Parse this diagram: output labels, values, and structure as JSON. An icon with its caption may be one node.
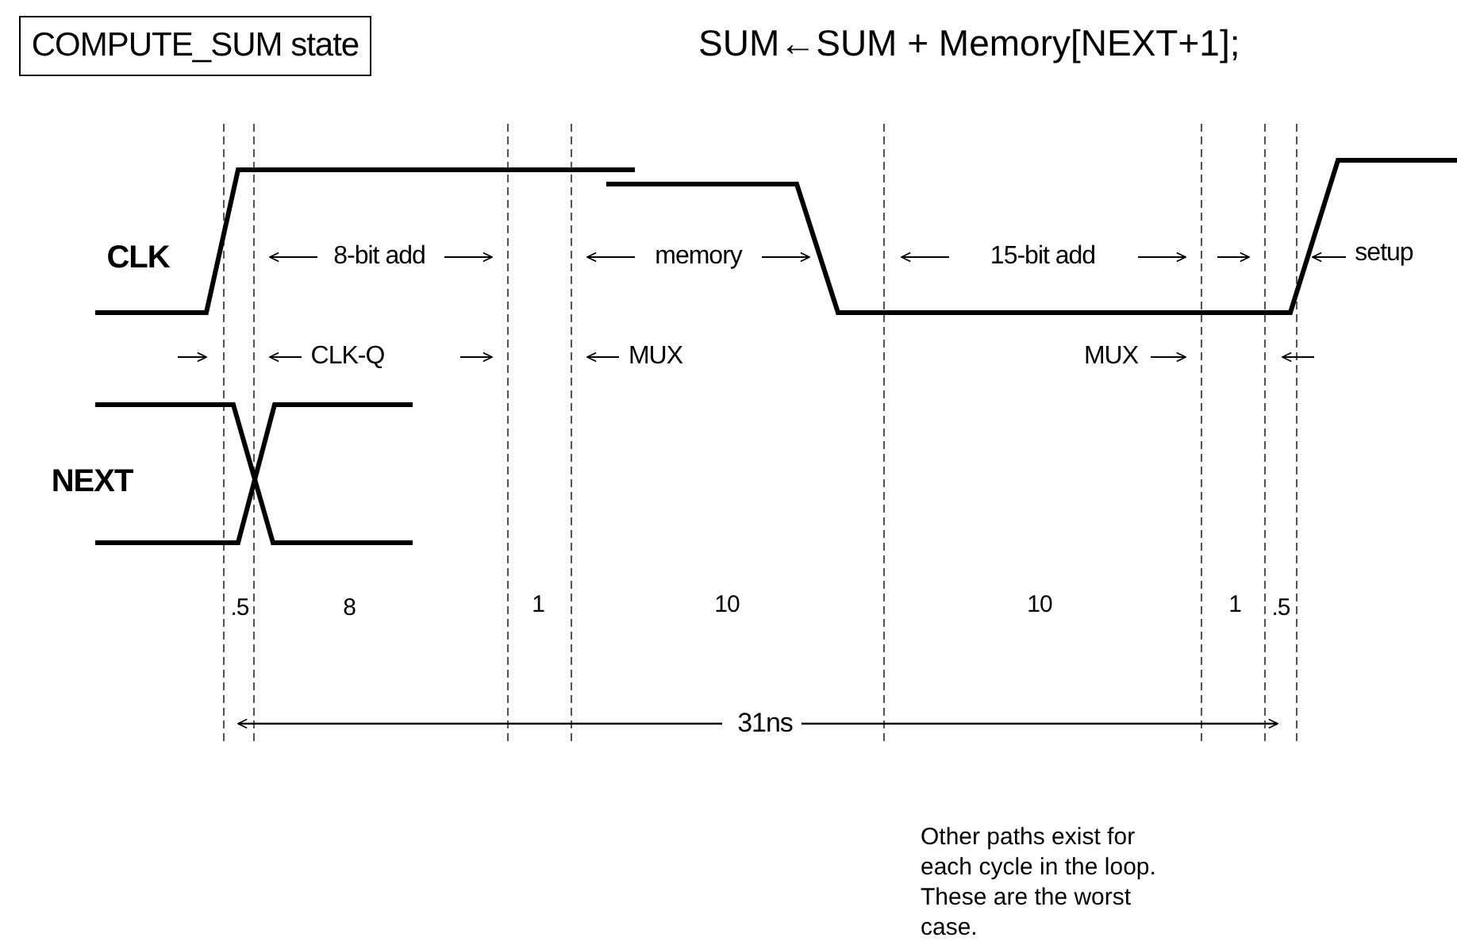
{
  "diagram": {
    "title": "SUM←SUM + Memory[NEXT+1];",
    "nodes": [
      {
        "text": [
          "COMPUTE_SUM state"
        ]
      }
    ],
    "labels": [
      "CLK",
      "8-bit add",
      "memory",
      "15-bit add",
      "setup",
      "CLK-Q",
      "MUX",
      "MUX",
      "NEXT",
      ".5",
      "8",
      "1",
      "10",
      "10",
      "1",
      ".5",
      "31ns",
      "Other paths exist for each cycle in the loop. These are the worst case."
    ]
  }
}
